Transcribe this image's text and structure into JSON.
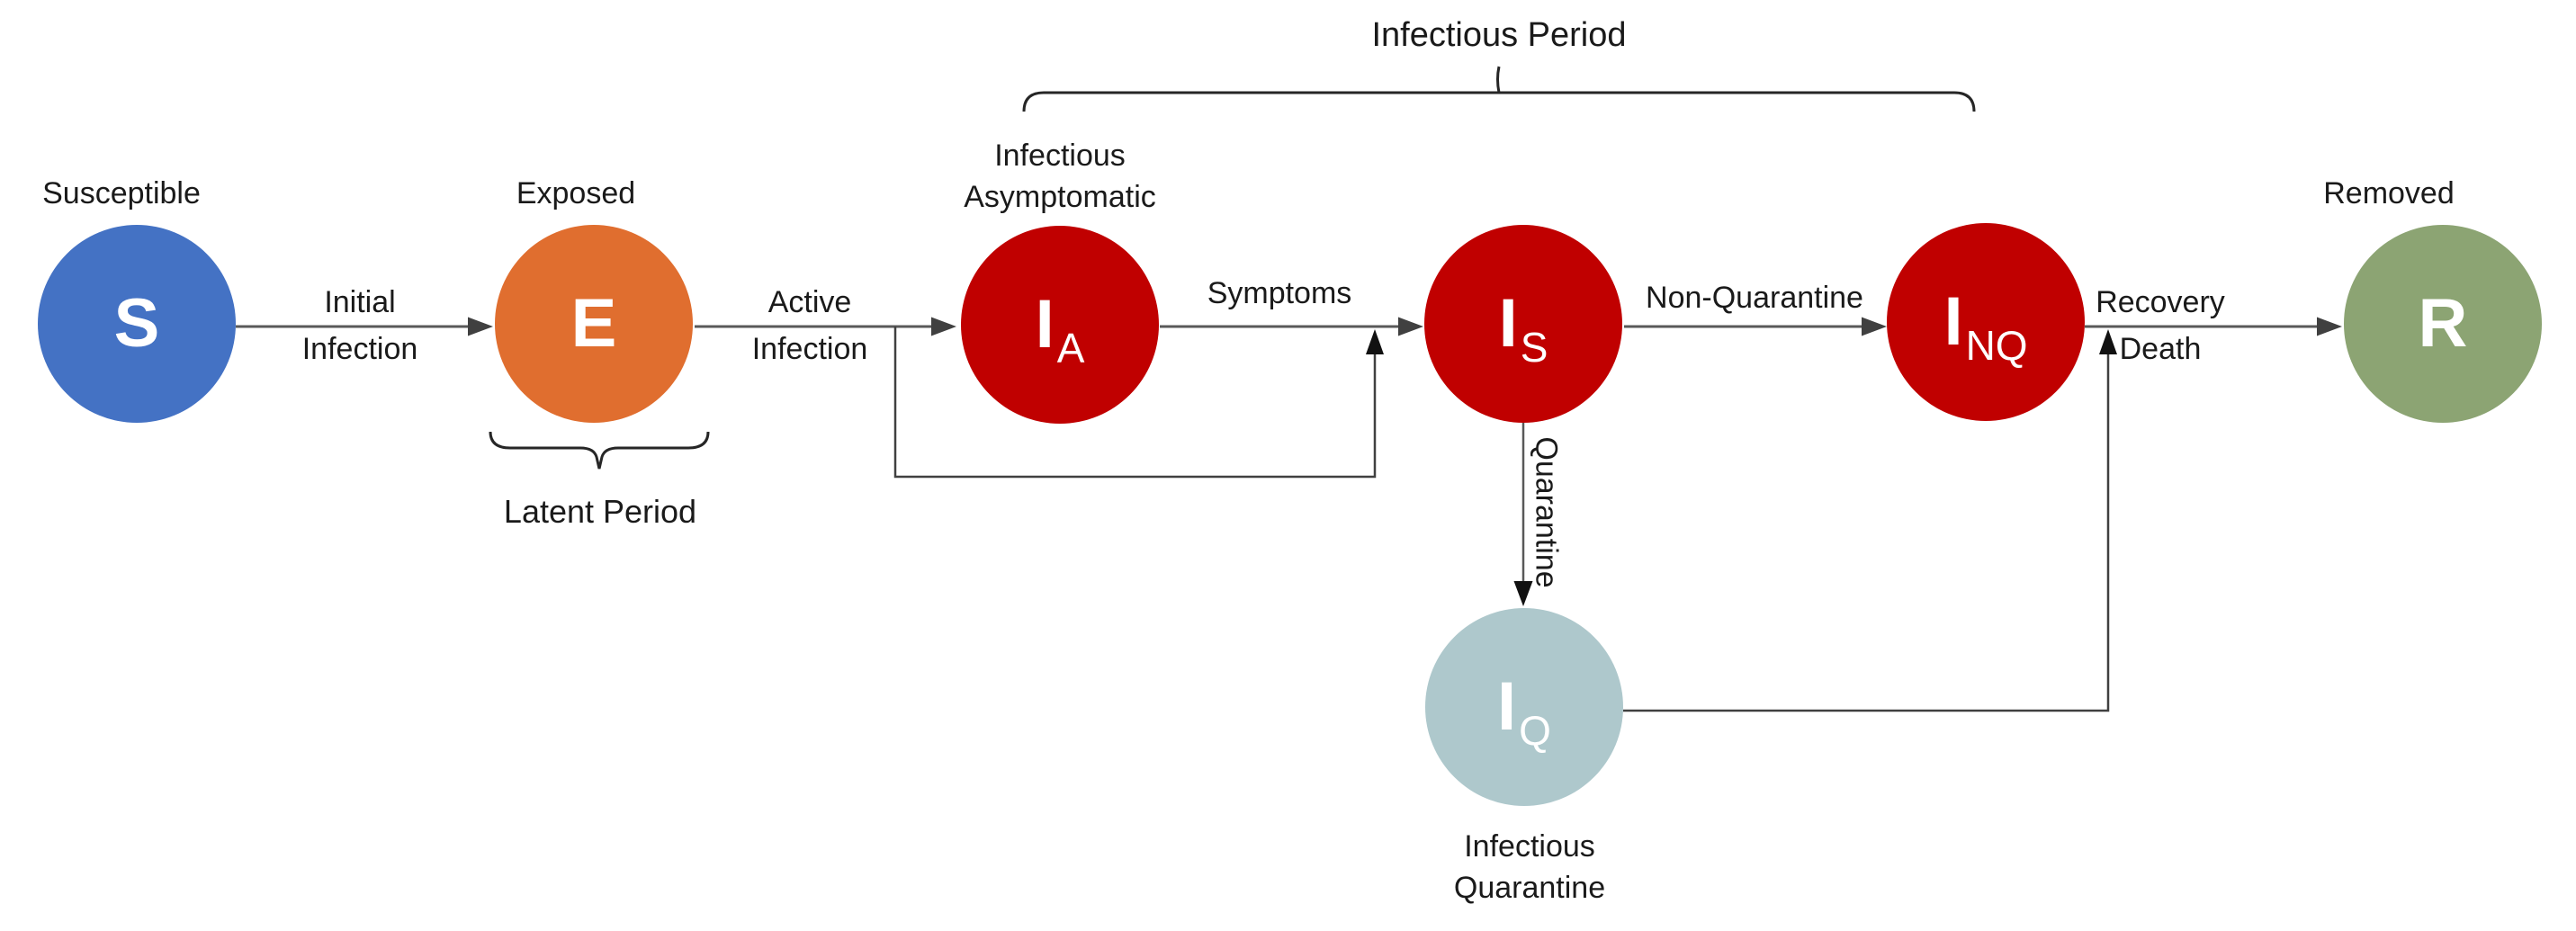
{
  "diagram": {
    "top_brace_label": "Infectious Period",
    "bottom_brace_label": "Latent Period"
  },
  "nodes": {
    "s": {
      "symbol": "S",
      "subscript": "",
      "label": "Susceptible",
      "color": "#4472C4"
    },
    "e": {
      "symbol": "E",
      "subscript": "",
      "label": "Exposed",
      "color": "#E06E2F"
    },
    "ia": {
      "symbol": "I",
      "subscript": "A",
      "label_line1": "Infectious",
      "label_line2": "Asymptomatic",
      "color": "#C00000"
    },
    "is": {
      "symbol": "I",
      "subscript": "S",
      "color": "#C00000"
    },
    "inq": {
      "symbol": "I",
      "subscript": "NQ",
      "color": "#C00000"
    },
    "iq": {
      "symbol": "I",
      "subscript": "Q",
      "label_line1": "Infectious",
      "label_line2": "Quarantine",
      "color": "#AEC8CC"
    },
    "r": {
      "symbol": "R",
      "subscript": "",
      "label": "Removed",
      "color": "#8CA473"
    }
  },
  "edges": {
    "s_to_e": {
      "label_line1": "Initial",
      "label_line2": "Infection"
    },
    "e_to_ia": {
      "label_line1": "Active",
      "label_line2": "Infection"
    },
    "ia_to_is": {
      "label": "Symptoms"
    },
    "is_to_inq": {
      "label": "Non-Quarantine"
    },
    "inq_to_r": {
      "label_line1": "Recovery",
      "label_line2": "Death"
    },
    "is_to_iq": {
      "label": "Quarantine"
    }
  },
  "colors": {
    "arrow_line": "#595959",
    "arrow_head": "#404040",
    "thin_line": "#404040",
    "brace": "#262626",
    "text": "#1a1a1a",
    "background": "#ffffff"
  }
}
